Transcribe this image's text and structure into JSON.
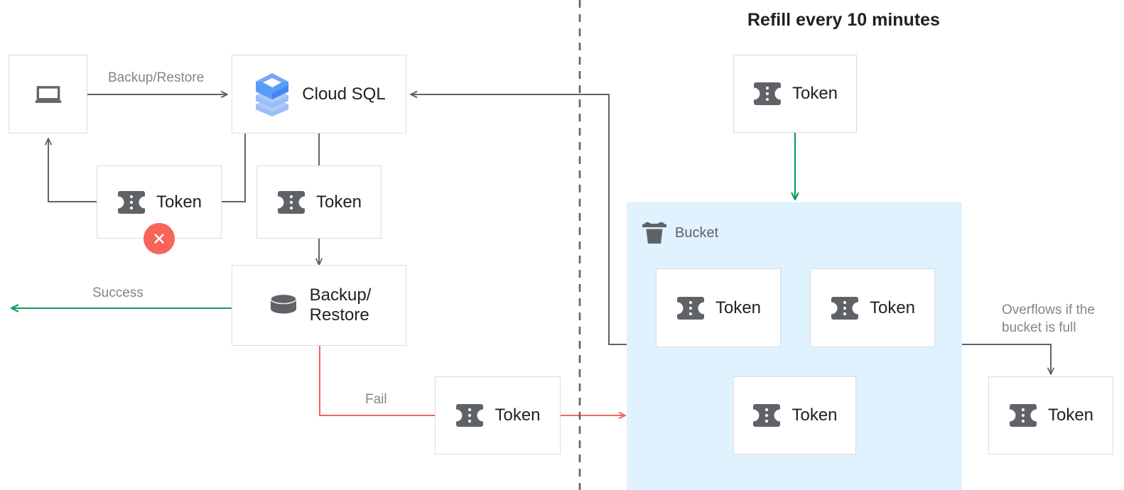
{
  "diagram": {
    "title": "Refill every 10 minutes",
    "background": "#ffffff",
    "bucket_fill": "#dff2fd",
    "colors": {
      "box_border": "#dadce0",
      "arrow_gray": "#5f6368",
      "arrow_green": "#0f9d58",
      "arrow_red": "#f8625a",
      "label_gray": "#80868b",
      "icon_gray": "#5f6368",
      "cloudsql_blue_dark": "#4285f4",
      "cloudsql_blue_light": "#aecbfa",
      "error_red": "#f8635a",
      "text_dark": "#202124",
      "divider_gray": "#5f6368"
    }
  },
  "nodes": {
    "client": {
      "label": "",
      "icon": "laptop-icon"
    },
    "cloud_sql": {
      "label": "Cloud SQL",
      "icon": "cloud-sql-icon"
    },
    "token_client": {
      "label": "Token",
      "icon": "token-icon",
      "status": "error"
    },
    "token_cloudsql": {
      "label": "Token",
      "icon": "token-icon"
    },
    "backup_restore": {
      "label": "Backup/\nRestore",
      "icon": "database-icon"
    },
    "token_fail": {
      "label": "Token",
      "icon": "token-icon"
    },
    "token_refill": {
      "label": "Token",
      "icon": "token-icon"
    },
    "token_bucket_1": {
      "label": "Token",
      "icon": "token-icon"
    },
    "token_bucket_2": {
      "label": "Token",
      "icon": "token-icon"
    },
    "token_bucket_3": {
      "label": "Token",
      "icon": "token-icon"
    },
    "token_overflow": {
      "label": "Token",
      "icon": "token-icon"
    }
  },
  "bucket": {
    "label": "Bucket",
    "icon": "bucket-icon"
  },
  "edge_labels": {
    "backup_restore": "Backup/Restore",
    "success": "Success",
    "fail": "Fail",
    "overflow": "Overflows if the\nbucket is full"
  }
}
